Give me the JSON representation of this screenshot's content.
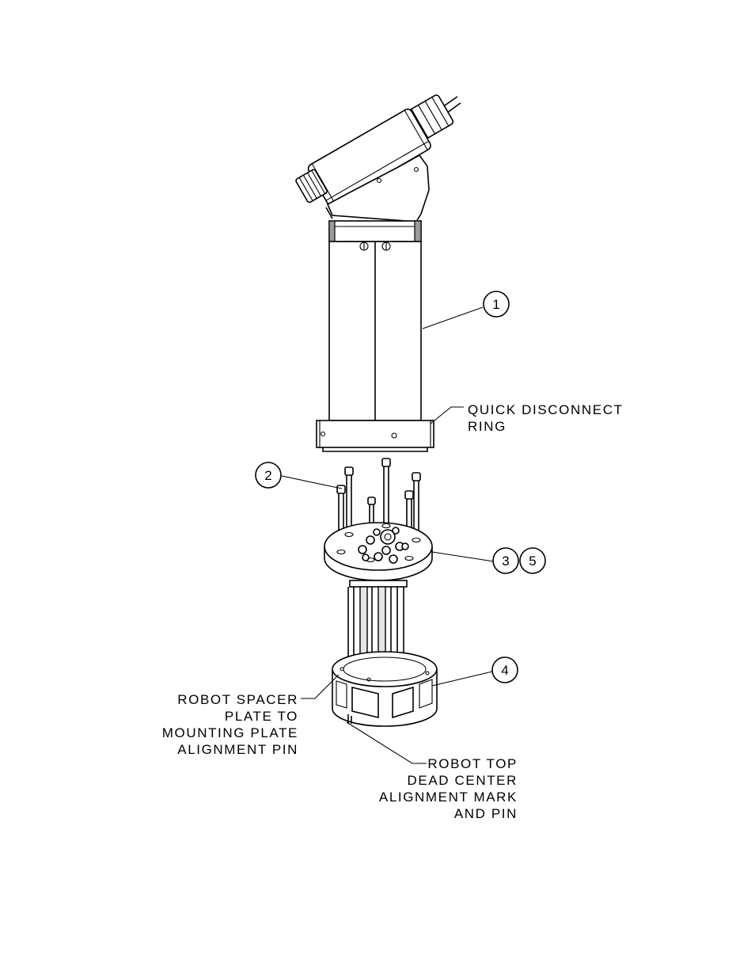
{
  "balloons": [
    {
      "id": "1",
      "text": "1"
    },
    {
      "id": "2",
      "text": "2"
    },
    {
      "id": "3",
      "text": "3"
    },
    {
      "id": "5",
      "text": "5"
    },
    {
      "id": "4",
      "text": "4"
    }
  ],
  "callouts": {
    "quick_disconnect": [
      "QUICK DISCONNECT",
      "RING"
    ],
    "spacer_pin": [
      "ROBOT SPACER",
      "PLATE TO",
      "MOUNTING PLATE",
      "ALIGNMENT PIN"
    ],
    "tdc_mark": [
      "ROBOT TOP",
      "DEAD CENTER",
      "ALIGNMENT MARK",
      "AND PIN"
    ]
  }
}
